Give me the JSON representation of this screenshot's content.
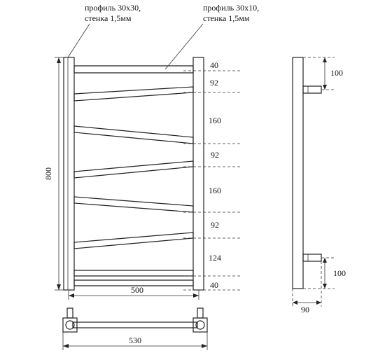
{
  "annotations": {
    "profile_vertical_line1": "профиль 30x30,",
    "profile_vertical_line2": "стенка 1,5мм",
    "profile_horizontal_line1": "профиль 30x10,",
    "profile_horizontal_line2": "стенка 1,5мм"
  },
  "front_view": {
    "height_label": "800",
    "width_label": "500",
    "spacing_labels": [
      "40",
      "92",
      "160",
      "92",
      "160",
      "92",
      "124",
      "40"
    ]
  },
  "side_view": {
    "top_offset_label": "100",
    "bottom_offset_label": "100",
    "depth_label": "90"
  },
  "bottom_view": {
    "width_label": "530"
  }
}
